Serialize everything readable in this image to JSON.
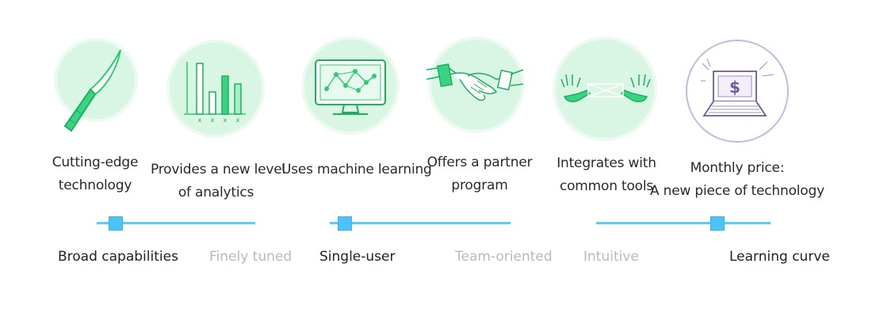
{
  "features": [
    {
      "icon": "knife-icon",
      "lines": [
        "Cutting-edge",
        "technology"
      ]
    },
    {
      "icon": "bar-chart-icon",
      "lines": [
        "Provides a new level",
        "of analytics"
      ]
    },
    {
      "icon": "monitor-network-icon",
      "lines": [
        "Uses machine learning"
      ]
    },
    {
      "icon": "handshake-icon",
      "lines": [
        "Offers a partner",
        "program"
      ]
    },
    {
      "icon": "hands-connect-icon",
      "lines": [
        "Integrates with",
        "common tools"
      ]
    },
    {
      "icon": "laptop-dollar-icon",
      "lines": [
        "Monthly price:",
        "A new piece of technology"
      ]
    }
  ],
  "sliders": [
    {
      "left_label": "Broad capabilities",
      "right_label": "Finely tuned",
      "value": 0.1,
      "selected": "left"
    },
    {
      "left_label": "Single-user",
      "right_label": "Team-oriented",
      "value": 0.08,
      "selected": "left"
    },
    {
      "left_label": "Intuitive",
      "right_label": "Learning curve",
      "value": 0.7,
      "selected": "right"
    }
  ],
  "colors": {
    "accent_green": "#2ecc71",
    "circle_fill": "#d9f5e3",
    "slider_blue": "#4cc3f7",
    "muted_text": "#b9b9b9"
  }
}
